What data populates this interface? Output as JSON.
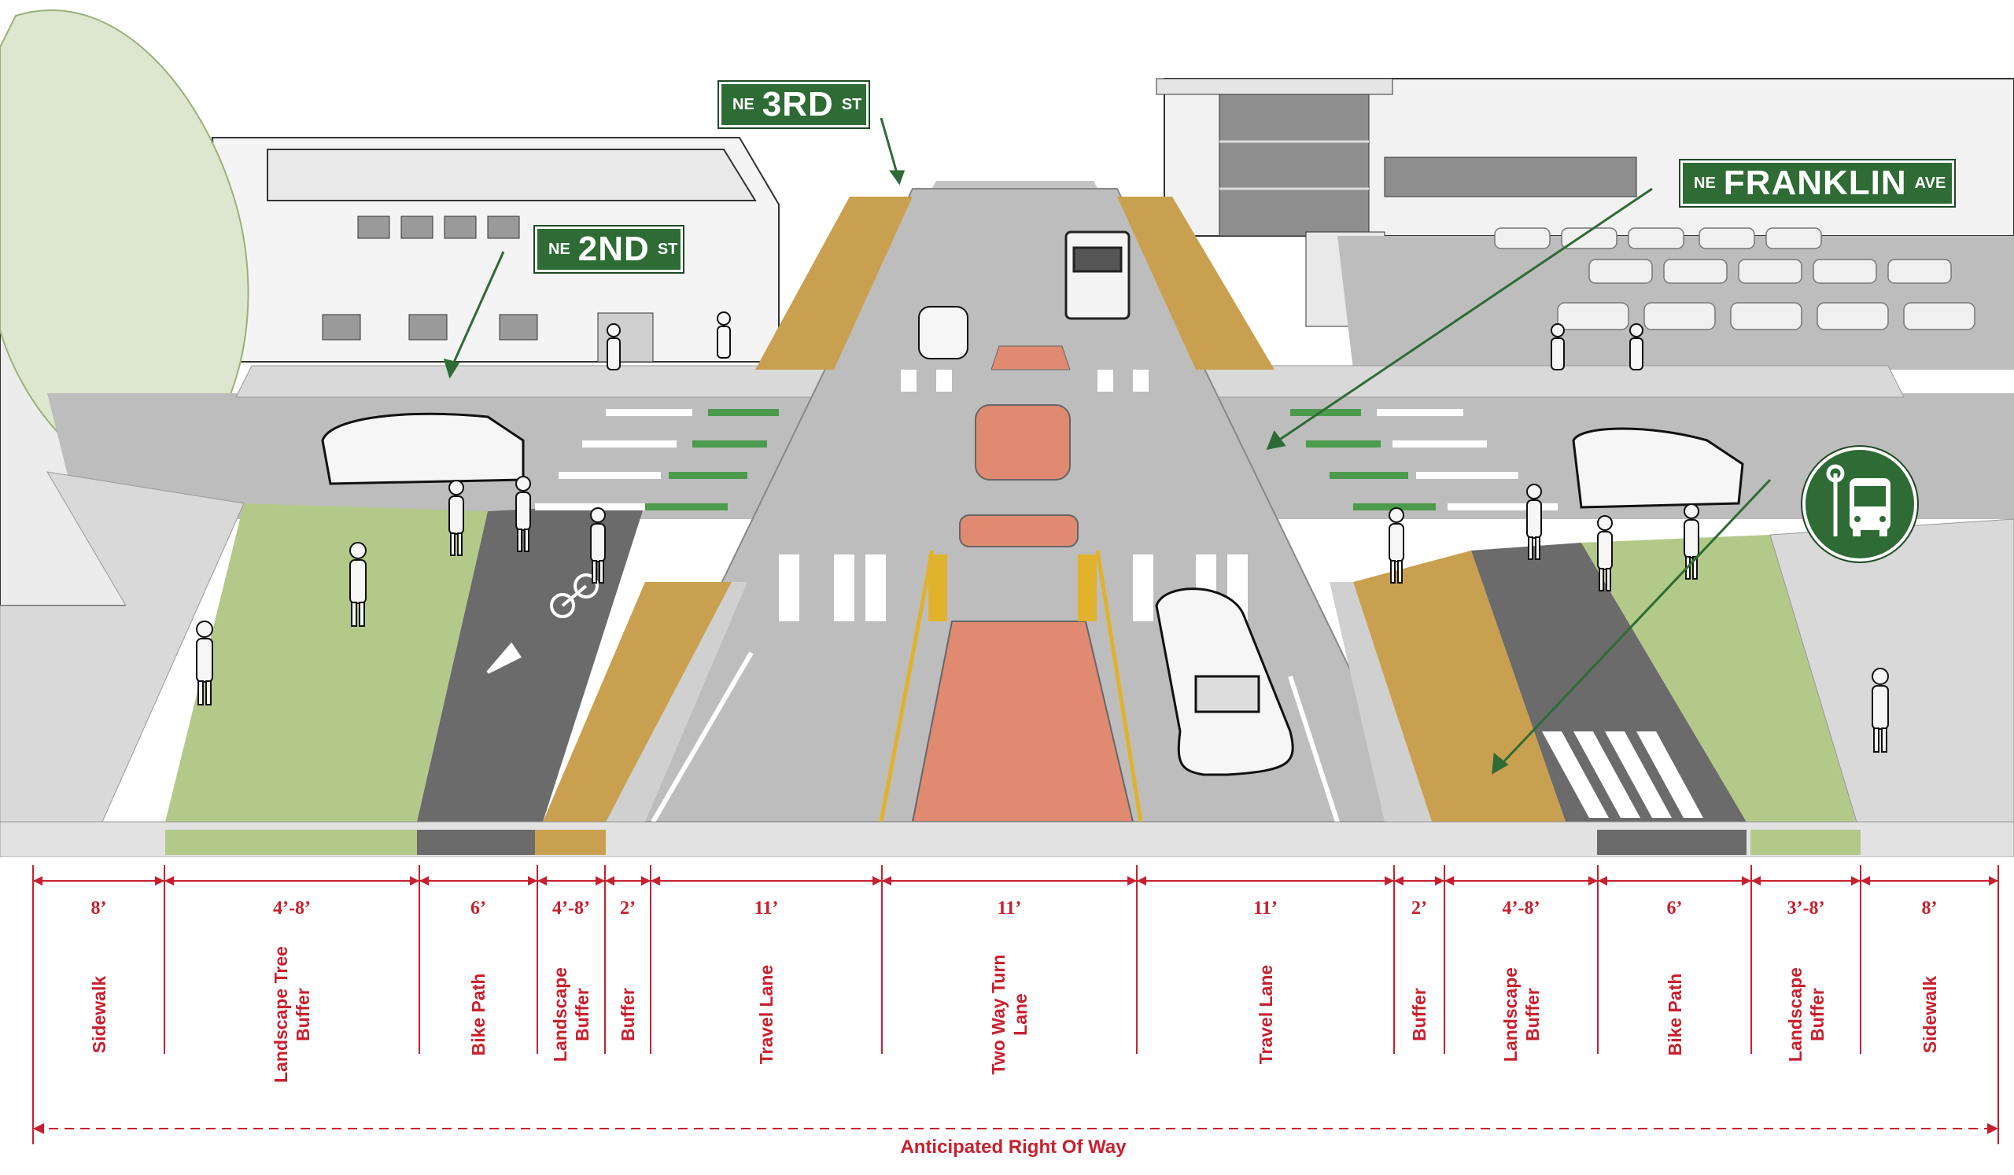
{
  "signs": {
    "third": {
      "prefix": "NE",
      "name": "3RD",
      "suffix": "ST"
    },
    "second": {
      "prefix": "NE",
      "name": "2ND",
      "suffix": "ST"
    },
    "franklin": {
      "prefix": "NE",
      "name": "FRANKLIN",
      "suffix": "AVE"
    }
  },
  "bus_stop_icon": "bus-stop-icon",
  "colors": {
    "dimension_red": "#c8202e",
    "sign_green": "#2f6b35",
    "landscape_green": "#b3c98a",
    "buffer_tan": "#c9a04f",
    "turn_lane_salmon": "#e08a72",
    "bike_path_gray": "#6b6b6b",
    "road_gray": "#bdbdbd",
    "sidewalk_gray": "#d9d9d9"
  },
  "segments": [
    {
      "width": "8’",
      "label": "Sidewalk"
    },
    {
      "width": "4’-8’",
      "label": "Landscape Tree\nBuffer"
    },
    {
      "width": "6’",
      "label": "Bike Path"
    },
    {
      "width": "4’-8’",
      "label": "Landscape\nBuffer"
    },
    {
      "width": "2’",
      "label": "Buffer"
    },
    {
      "width": "11’",
      "label": "Travel Lane"
    },
    {
      "width": "11’",
      "label": "Two Way Turn\nLane"
    },
    {
      "width": "11’",
      "label": "Travel Lane"
    },
    {
      "width": "2’",
      "label": "Buffer"
    },
    {
      "width": "4’-8’",
      "label": "Landscape\nBuffer"
    },
    {
      "width": "6’",
      "label": "Bike Path"
    },
    {
      "width": "3’-8’",
      "label": "Landscape\nBuffer"
    },
    {
      "width": "8’",
      "label": "Sidewalk"
    }
  ],
  "right_of_way_label": "Anticipated Right Of Way"
}
